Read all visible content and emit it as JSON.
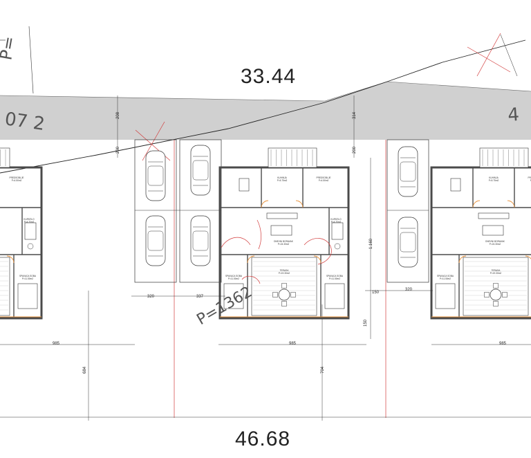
{
  "dimensions": {
    "top_width": "33.44",
    "bottom_width": "46.68",
    "house_width": "985",
    "gap_left": "320",
    "gap_mid": "337",
    "gap_right": "320",
    "setback_left": "208",
    "setback_right": "314",
    "setback_200": "200",
    "rear_left": "684",
    "rear_mid": "704",
    "side_1160": "1.160",
    "side_150a": "150",
    "side_150b": "150"
  },
  "parcel_labels": {
    "left_top": "P=",
    "road_left": "07 2",
    "road_right": "4",
    "handwritten": "P=1362"
  },
  "rooms": {
    "kitchen": "KUHINJA",
    "kitchen_area": "P=5.75m2",
    "hall": "PREDSOBLJE",
    "hall_area": "P=4.50m2",
    "living": "DNEVNI BORAVAK",
    "living_area": "P=24.30m2",
    "bath": "KUPATILO",
    "bath_area": "P=4.20m2",
    "terrace": "TERASA",
    "terrace_area": "P=19.30m2",
    "bedroom": "SPAVACA SOBA",
    "bedroom_area": "P=11.50m2"
  },
  "colors": {
    "road": "#cfcfcf",
    "red_line": "#d23a3a",
    "orange": "#e8913a",
    "wall": "#4a4a4a"
  }
}
